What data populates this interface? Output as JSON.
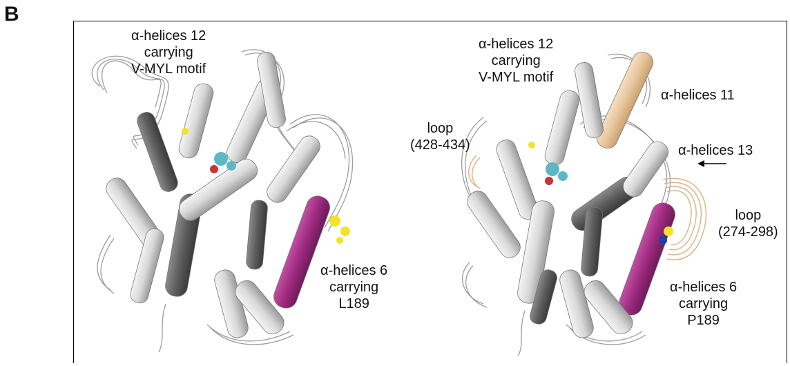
{
  "panel_letter": "B",
  "left_structure": {
    "helix12_label": [
      "α-helices 12",
      "carrying",
      "V-MYL motif"
    ],
    "helix6_label": [
      "α-helices 6",
      "carrying",
      "L189"
    ]
  },
  "right_structure": {
    "helix12_label": [
      "α-helices 12",
      "carrying",
      "V-MYL motif"
    ],
    "helix11_label": "α-helices 11",
    "loop_left_label": [
      "loop",
      "(428-434)"
    ],
    "helix13_label": "α-helices 13",
    "loop_right_label": [
      "loop",
      "(274-298)"
    ],
    "helix6_label": [
      "α-helices 6",
      "carrying",
      "P189"
    ]
  },
  "colors": {
    "helix_light": "#d9d9d9",
    "helix_mid": "#a9a9a9",
    "helix_dark": "#5a5a5a",
    "highlight_magenta": "#9c2a7f",
    "highlight_tan": "#e7c59c",
    "ligand_cyan": "#5fb7c4",
    "ligand_yellow": "#f2e22a"
  }
}
